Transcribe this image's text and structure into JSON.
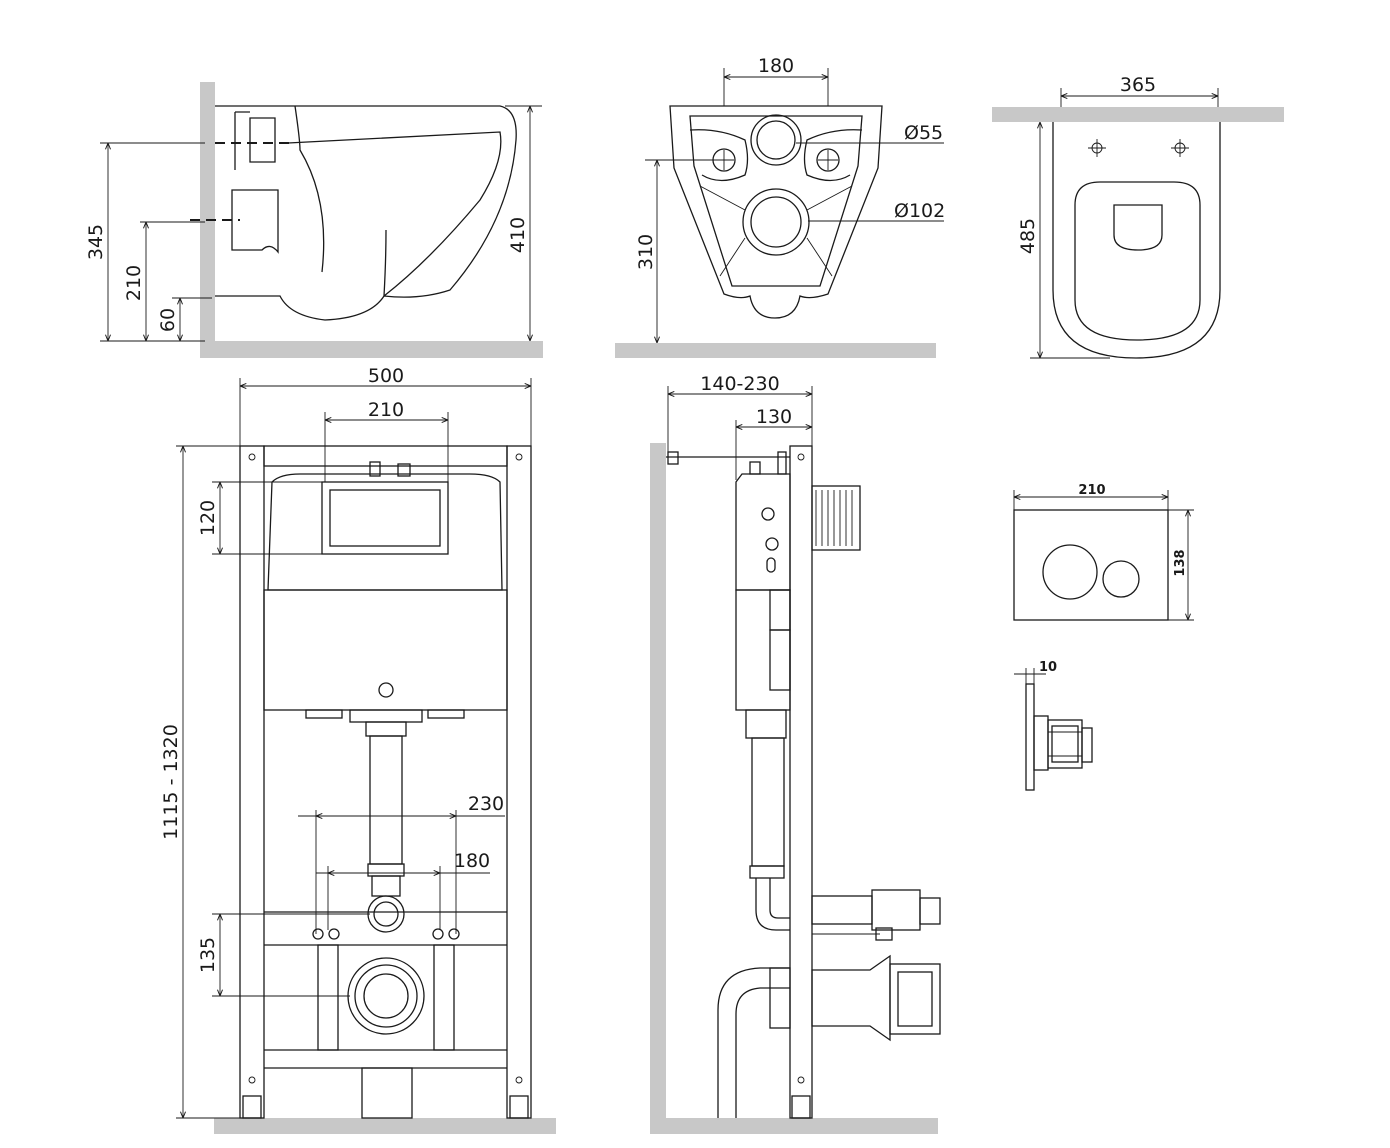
{
  "colors": {
    "line": "#1a1a1a",
    "wall": "#c8c8c8",
    "background": "#ffffff"
  },
  "views": {
    "bowl_side": {
      "dims": {
        "total_height": "345",
        "outlet_height": "210",
        "bottom": "60",
        "depth": "410"
      }
    },
    "bowl_back": {
      "dims": {
        "bolt_spacing": "180",
        "inlet_diameter": "Ø55",
        "outlet_diameter": "Ø102",
        "outlet_height": "310"
      }
    },
    "bowl_top": {
      "dims": {
        "width": "365",
        "length": "485"
      }
    },
    "frame_front": {
      "dims": {
        "width": "500",
        "tank_width": "210",
        "button_height": "120",
        "height_range": "1115 - 1320",
        "stud_spacing_outer": "230",
        "stud_spacing_inner": "180",
        "outlet_offset": "135"
      }
    },
    "frame_side": {
      "dims": {
        "depth_range": "140-230",
        "depth": "130"
      }
    },
    "flush_plate": {
      "dims": {
        "width": "210",
        "height": "138",
        "thickness": "10"
      }
    }
  }
}
